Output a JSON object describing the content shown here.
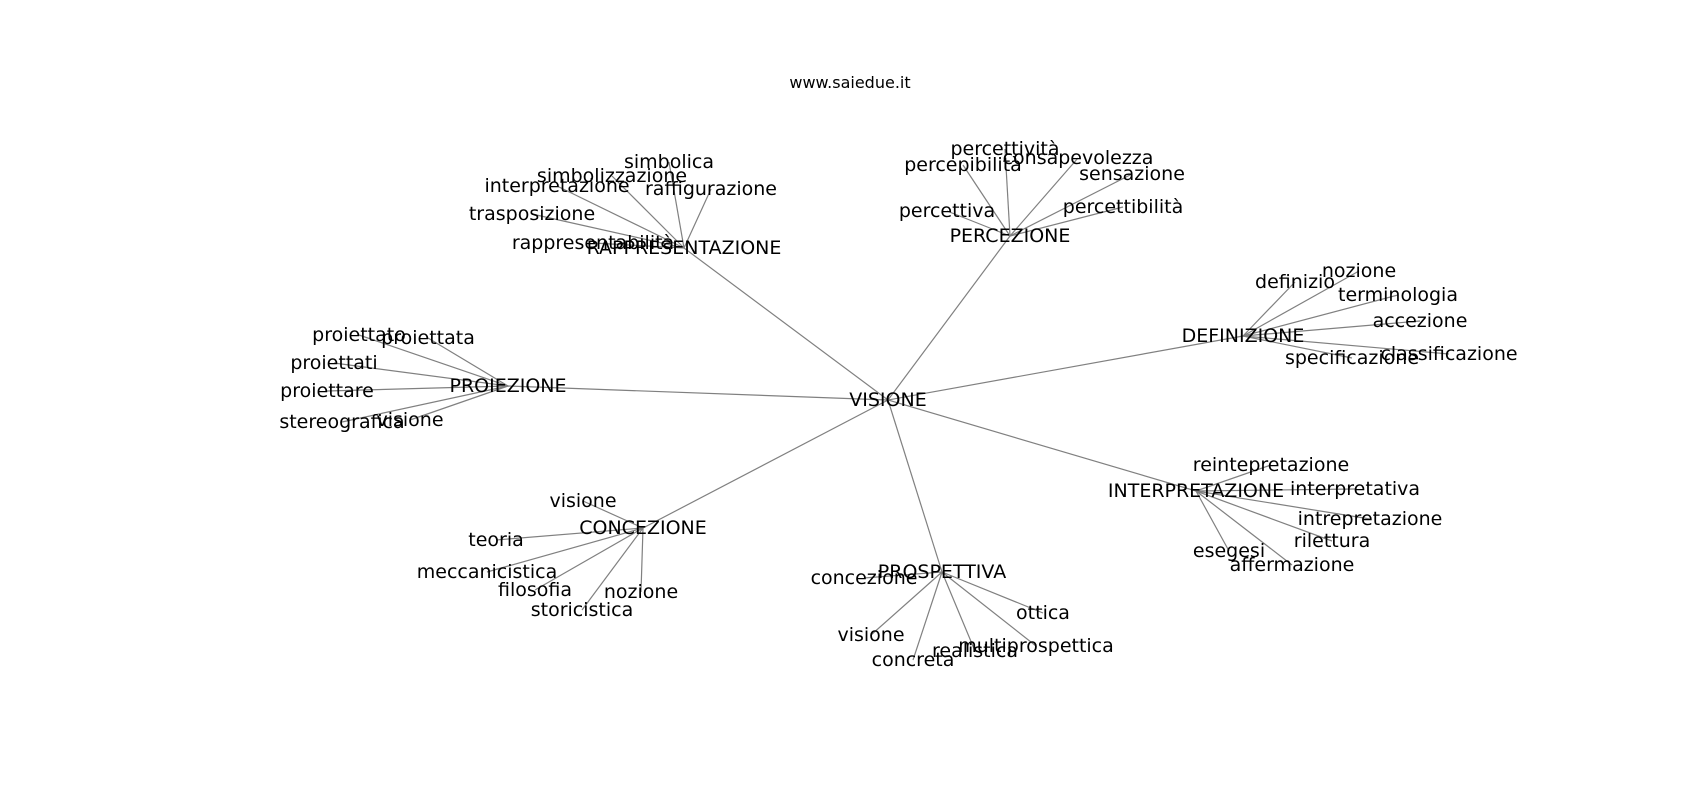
{
  "title": "www.saiedue.it",
  "edge_color": "#808080",
  "text_color": "#000000",
  "root": {
    "id": "visione-root",
    "label": "VISIONE"
  },
  "clusters": [
    {
      "id": "rappresentazione",
      "label": "RAPPRESENTAZIONE",
      "leaves": [
        "simbolica",
        "simbolizzazione",
        "interpretazione",
        "raffigurazione",
        "trasposizione",
        "rappresentabilità"
      ]
    },
    {
      "id": "percezione",
      "label": "PERCEZIONE",
      "leaves": [
        "percettività",
        "percepibilità",
        "consapevolezza",
        "sensazione",
        "percettiva",
        "percettibilità"
      ]
    },
    {
      "id": "definizione",
      "label": "DEFINIZIONE",
      "leaves": [
        "definizio",
        "nozione",
        "terminologia",
        "accezione",
        "classificazione",
        "specificazione"
      ]
    },
    {
      "id": "proiezione",
      "label": "PROIEZIONE",
      "leaves": [
        "proiettato",
        "proiettata",
        "proiettati",
        "proiettare",
        "stereografica",
        "visione"
      ]
    },
    {
      "id": "interpretazione",
      "label": "INTERPRETAZIONE",
      "leaves": [
        "reintepretazione",
        "interpretativa",
        "intrepretazione",
        "rilettura",
        "esegesi",
        "affermazione"
      ]
    },
    {
      "id": "concezione",
      "label": "CONCEZIONE",
      "leaves": [
        "visione",
        "teoria",
        "meccanicistica",
        "filosofia",
        "nozione",
        "storicistica"
      ]
    },
    {
      "id": "prospettiva",
      "label": "PROSPETTIVA",
      "leaves": [
        "concezione",
        "ottica",
        "visione",
        "multiprospettica",
        "realistica",
        "concreta"
      ]
    }
  ]
}
